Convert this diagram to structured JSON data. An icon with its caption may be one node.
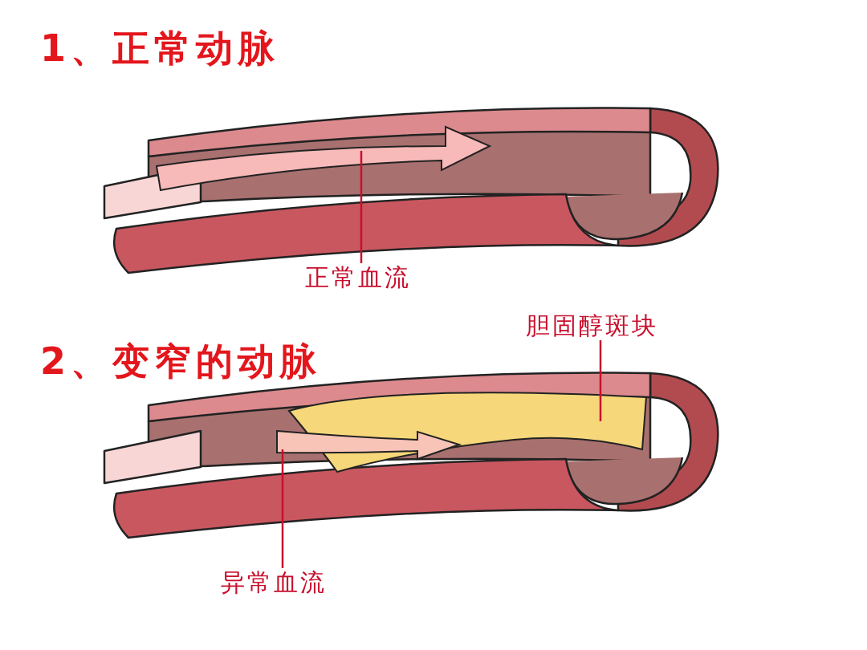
{
  "diagram": {
    "nodes": [
      {
        "text": [
          "正常血流"
        ]
      },
      {
        "text": [],
        "shape": "picture"
      },
      {
        "text": [
          "胆固醇斑块"
        ]
      },
      {
        "text": [],
        "shape": "picture"
      },
      {
        "text": [
          "异常血流"
        ]
      },
      {
        "text": [],
        "shape": "picture"
      }
    ],
    "edges": [
      {
        "from": 0,
        "to": 1,
        "arrow": "none"
      },
      {
        "from": 2,
        "to": 3,
        "arrow": "none"
      },
      {
        "from": 4,
        "to": 5,
        "arrow": "none"
      }
    ],
    "labels": [
      "1、正常动脉",
      "2、变窄的动脉"
    ]
  }
}
